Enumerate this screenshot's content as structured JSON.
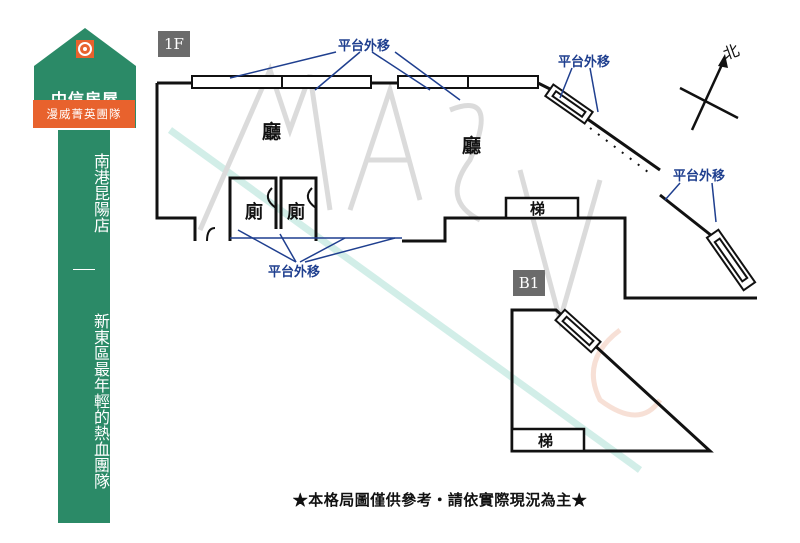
{
  "brand": {
    "name": "中信房屋",
    "team": "漫威菁英團隊",
    "banner_top": "南港昆陽店",
    "banner_bottom": "新東區最年輕的熱血團隊",
    "colors": {
      "green": "#2b8a67",
      "orange": "#e8622d"
    }
  },
  "floors": {
    "first": {
      "badge": "1F",
      "room_labels": [
        "廳",
        "廳",
        "廁",
        "廁",
        "梯"
      ],
      "balcony_labels": [
        "平台外移",
        "平台外移",
        "平台外移",
        "平台外移"
      ]
    },
    "basement": {
      "badge": "B1",
      "stair_label": "梯"
    }
  },
  "compass": {
    "north_label": "北"
  },
  "footer_note": "★本格局圖僅供參考・請依實際現況為主★",
  "colors": {
    "wall": "#111111",
    "annotation": "#1f3f8f",
    "badge": "#6b6b6b"
  }
}
